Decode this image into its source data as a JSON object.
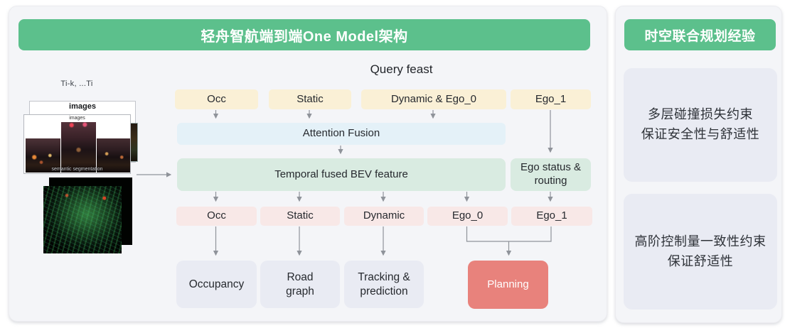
{
  "main_panel": {
    "title": "轻舟智航端到端One Model架构",
    "query_feast_label": "Query feast",
    "inputs": {
      "time_range_label": "Ti-k, ...Ti",
      "images_stack_back_label": "images",
      "images_stack_front_label": "images",
      "segmentation_caption": "semantic segmentation"
    },
    "query_boxes": {
      "occ": "Occ",
      "static": "Static",
      "dynamic_ego0": "Dynamic & Ego_0",
      "ego1": "Ego_1"
    },
    "attention_fusion": "Attention Fusion",
    "bev_feature": "Temporal fused BEV feature",
    "ego_status_routing": "Ego status &\nrouting",
    "decode_boxes": {
      "occ": "Occ",
      "static": "Static",
      "dynamic": "Dynamic",
      "ego0": "Ego_0",
      "ego1": "Ego_1"
    },
    "outputs": {
      "occupancy": "Occupancy",
      "road_graph": "Road\ngraph",
      "tracking_prediction": "Tracking &\nprediction",
      "planning": "Planning"
    }
  },
  "side_panel": {
    "title": "时空联合规划经验",
    "notes": [
      {
        "text": "多层碰撞损失约束\n保证安全性与舒适性"
      },
      {
        "text": "高阶控制量一致性约束\n保证舒适性"
      }
    ]
  },
  "colors": {
    "header_green": "#5cc08c",
    "panel_bg": "#f4f5f8",
    "query_yellow": "#faf0d6",
    "fusion_blue": "#e4f1f8",
    "bev_mint": "#d9ebe1",
    "decode_pink": "#f8e8e7",
    "output_gray": "#e9ebf3",
    "planning_red": "#e8827c",
    "arrow_gray": "#8f939a"
  }
}
